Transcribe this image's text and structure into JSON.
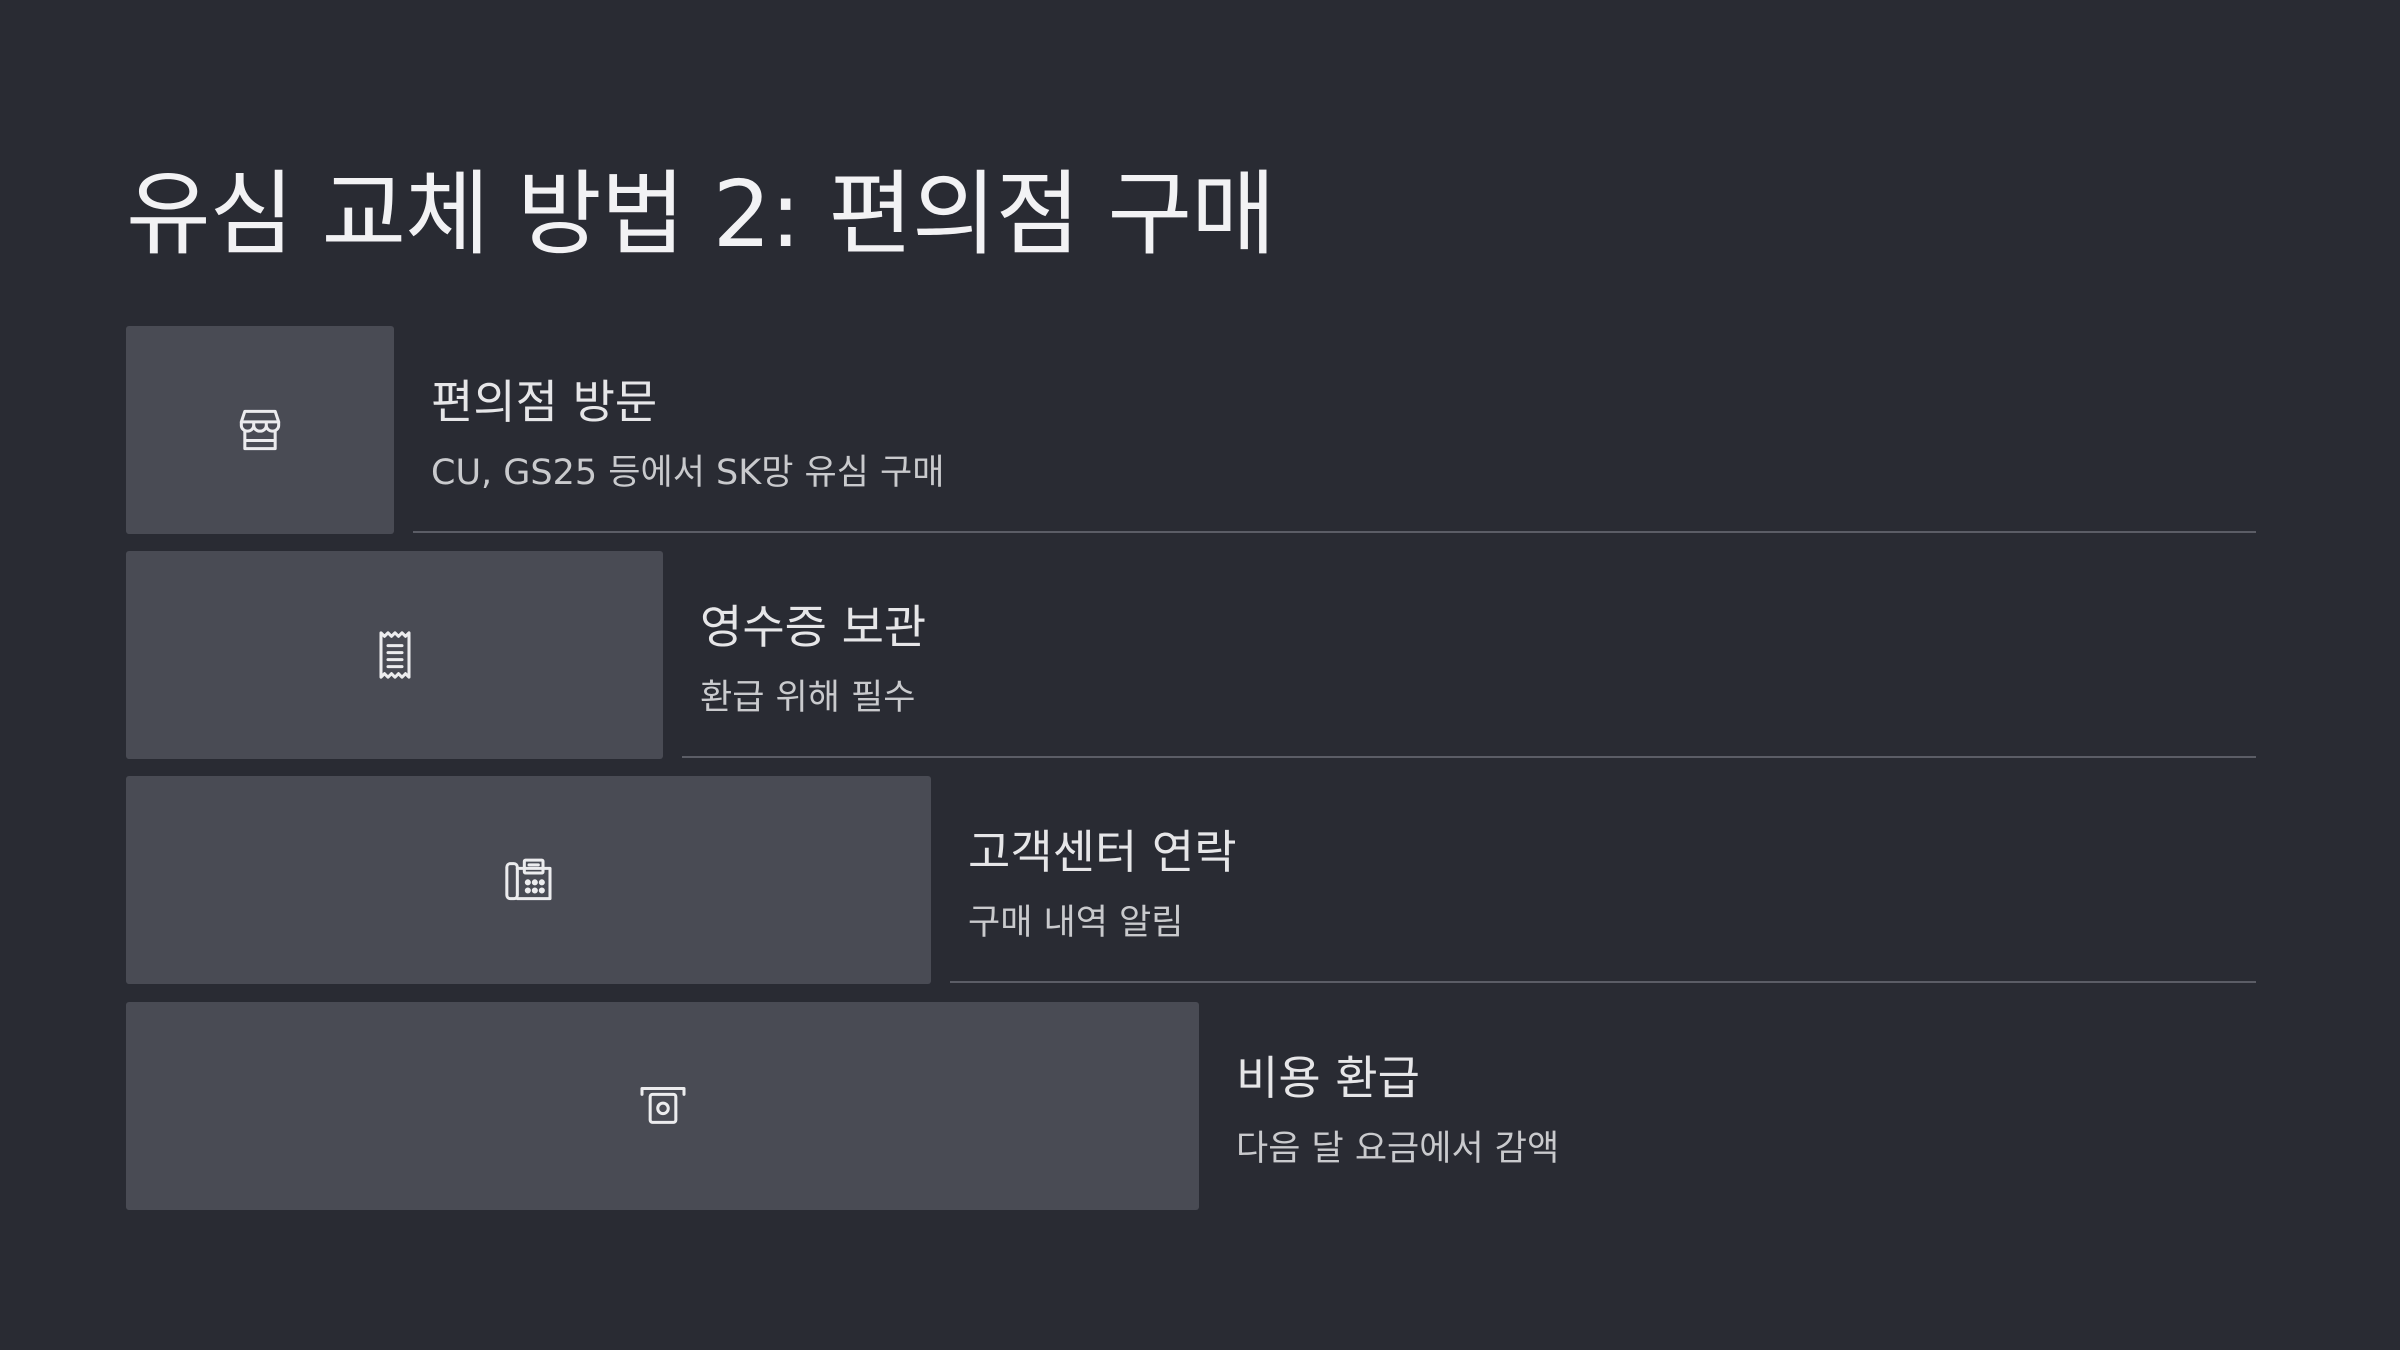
{
  "title": "유심 교체 방법 2: 편의점 구매",
  "steps": [
    {
      "icon": "store-icon",
      "heading": "편의점 방문",
      "description": "CU, GS25 등에서 SK망 유심 구매"
    },
    {
      "icon": "receipt-icon",
      "heading": "영수증 보관",
      "description": "환급 위해 필수"
    },
    {
      "icon": "fax-phone-icon",
      "heading": "고객센터 연락",
      "description": "구매 내역 알림"
    },
    {
      "icon": "payment-icon",
      "heading": "비용 환급",
      "description": "다음 달 요금에서 감액"
    }
  ]
}
